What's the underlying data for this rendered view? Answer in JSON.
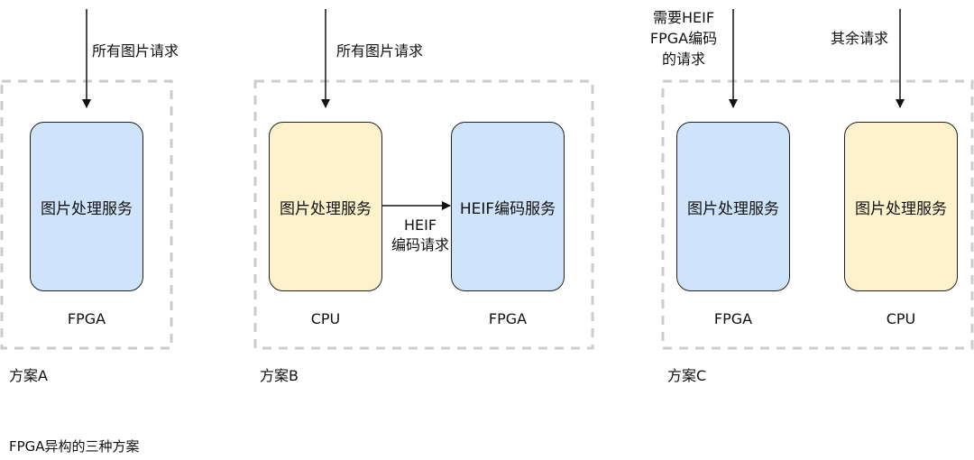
{
  "colors": {
    "blue_fill": "#cfe3fb",
    "yellow_fill": "#fdf2cc",
    "border": "#222222",
    "group_border": "#cccccc"
  },
  "plan_a": {
    "request_label": "所有图片请求",
    "box_label": "图片处理服务",
    "device_label": "FPGA",
    "caption": "方案A"
  },
  "plan_b": {
    "request_label": "所有图片请求",
    "cpu_box_label": "图片处理服务",
    "fpga_box_label": "HEIF编码服务",
    "arrow_label_line1": "HEIF",
    "arrow_label_line2": "编码请求",
    "cpu_label": "CPU",
    "fpga_label": "FPGA",
    "caption": "方案B"
  },
  "plan_c": {
    "left_request_line1": "需要HEIF",
    "left_request_line2": "FPGA编码",
    "left_request_line3": "的请求",
    "right_request_label": "其余请求",
    "fpga_box_label": "图片处理服务",
    "cpu_box_label": "图片处理服务",
    "fpga_label": "FPGA",
    "cpu_label": "CPU",
    "caption": "方案C"
  },
  "figure_title": "FPGA异构的三种方案"
}
